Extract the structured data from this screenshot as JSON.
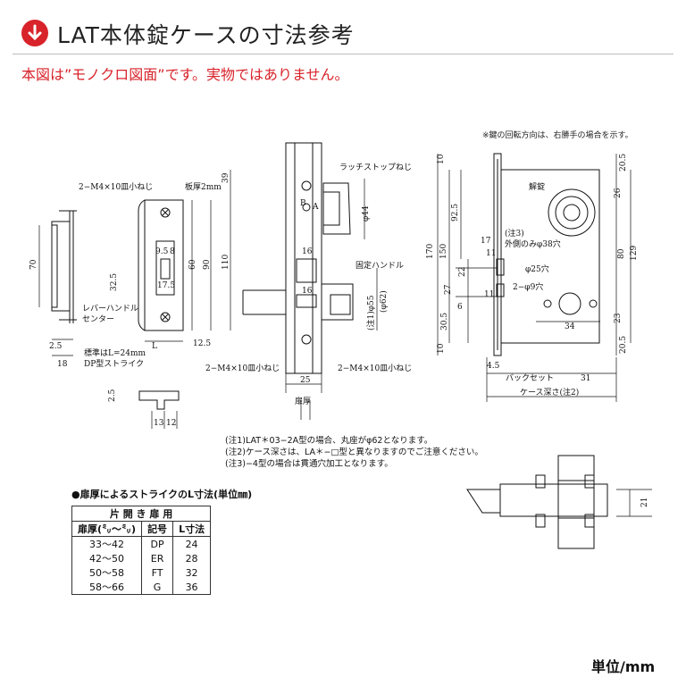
{
  "header": {
    "title": "LAT本体錠ケースの寸法参考",
    "notice": "本図は”モノクロ図面”です。実物ではありません。"
  },
  "icons": {
    "title_icon": "arrow-down-circle-icon",
    "accent_color": "#d8232a"
  },
  "rotation_note": "※鍵の回転方向は、右勝手の場合を示す。",
  "strike": {
    "screw_label": "2−M4×10皿小ねじ",
    "plate_label": "板厚2mm",
    "lever_center": "レバーハンドル\nセンター",
    "standard_label": "標準はL=24mm\nDP型ストライク",
    "dims": [
      "70",
      "2.5",
      "18",
      "9.5",
      "8",
      "60",
      "90",
      "110",
      "39",
      "32.5",
      "17.5",
      "L",
      "12.5",
      "2.5",
      "13",
      "12"
    ]
  },
  "side": {
    "latch_stop": "ラッチストップねじ",
    "fixed_handle": "固定ハンドル",
    "screw_left": "2−M4×10皿小ねじ",
    "screw_right": "2−M4×10皿小ねじ",
    "door_thickness": "扉厚",
    "markA": "A",
    "markB": "B",
    "dims": [
      "φ44",
      "16",
      "16",
      "(注1)φ55",
      "(φ62)",
      "25"
    ]
  },
  "case": {
    "unlock": "解錠",
    "note3": "(注3)\n外側のみφ38穴",
    "hole25": "φ25穴",
    "hole9": "2−φ9穴",
    "backset": "バックセット",
    "case_depth": "ケース深さ(注2)",
    "dims": [
      "10",
      "20.5",
      "26",
      "92.5",
      "170",
      "150",
      "17",
      "11",
      "22",
      "27",
      "80",
      "129",
      "11",
      "6",
      "30.5",
      "34",
      "23",
      "10",
      "20.5",
      "4.5",
      "31"
    ]
  },
  "notes": [
    "(注1)LAT＊03−2A型の場合、丸座がφ62となります。",
    "(注2)ケース深さは、LA＊−□型と異なりますのでご注意ください。",
    "(注3)−4型の場合は貫通穴加工となります。"
  ],
  "l_table": {
    "title": "●扉厚によるストライクのL寸法(単位㎜)",
    "group_header": "片 開 き 扉 用",
    "headers": [
      "扉厚(㍉〜㍉)",
      "記号",
      "L寸法"
    ],
    "rows": [
      [
        "33〜42",
        "DP",
        "24"
      ],
      [
        "42〜50",
        "ER",
        "28"
      ],
      [
        "50〜58",
        "FT",
        "32"
      ],
      [
        "58〜66",
        "G",
        "36"
      ]
    ]
  },
  "section_dim": "21",
  "unit": "単位/mm"
}
